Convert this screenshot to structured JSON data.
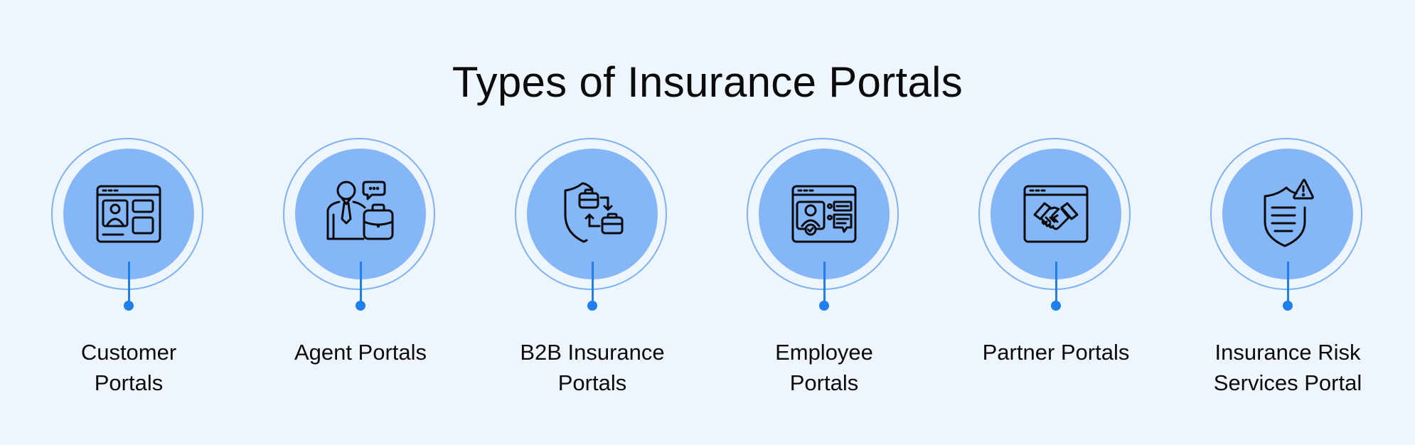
{
  "title": "Types of Insurance Portals",
  "colors": {
    "background": "#EEF5FD",
    "circle_fill": "#84B6F8",
    "ring": "#7DB2F4",
    "connector": "#1F7FEC",
    "text": "#0B0B0B"
  },
  "items": [
    {
      "label": "Customer\nPortals",
      "icon": "browser-profile-icon"
    },
    {
      "label": "Agent Portals",
      "icon": "agent-briefcase-icon"
    },
    {
      "label": "B2B Insurance\nPortals",
      "icon": "shield-briefcase-exchange-icon"
    },
    {
      "label": "Employee\nPortals",
      "icon": "browser-verified-employee-icon"
    },
    {
      "label": "Partner Portals",
      "icon": "browser-handshake-icon"
    },
    {
      "label": "Insurance Risk\nServices Portal",
      "icon": "shield-warning-icon"
    }
  ]
}
